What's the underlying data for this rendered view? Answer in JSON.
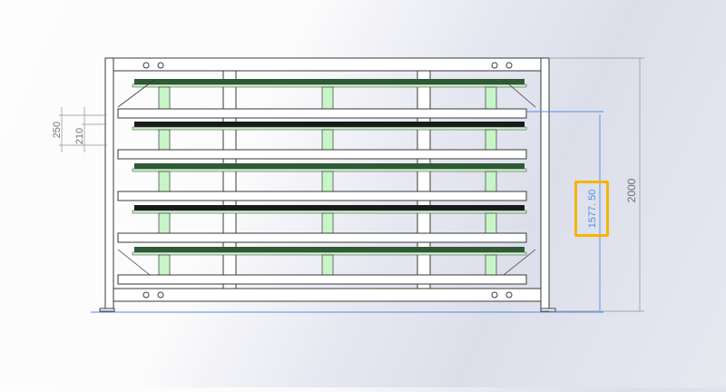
{
  "drawing": {
    "view": "front-elevation",
    "part": "multi-tier shelf rack frame",
    "tiers": 5,
    "colors": {
      "frame_line": "#3a3a3a",
      "support_fill": "#c8f5c8",
      "rail_dark": "#1a1a1a",
      "rail_green": "#2f5a35",
      "dimension_gray": "#808080",
      "dimension_blue": "#4a90e2",
      "highlight": "#f5b400"
    }
  },
  "dimensions": {
    "tier_pitch": "250",
    "shelf_gap": "210",
    "overall_height": "2000",
    "selected_height": "1577. 50"
  }
}
